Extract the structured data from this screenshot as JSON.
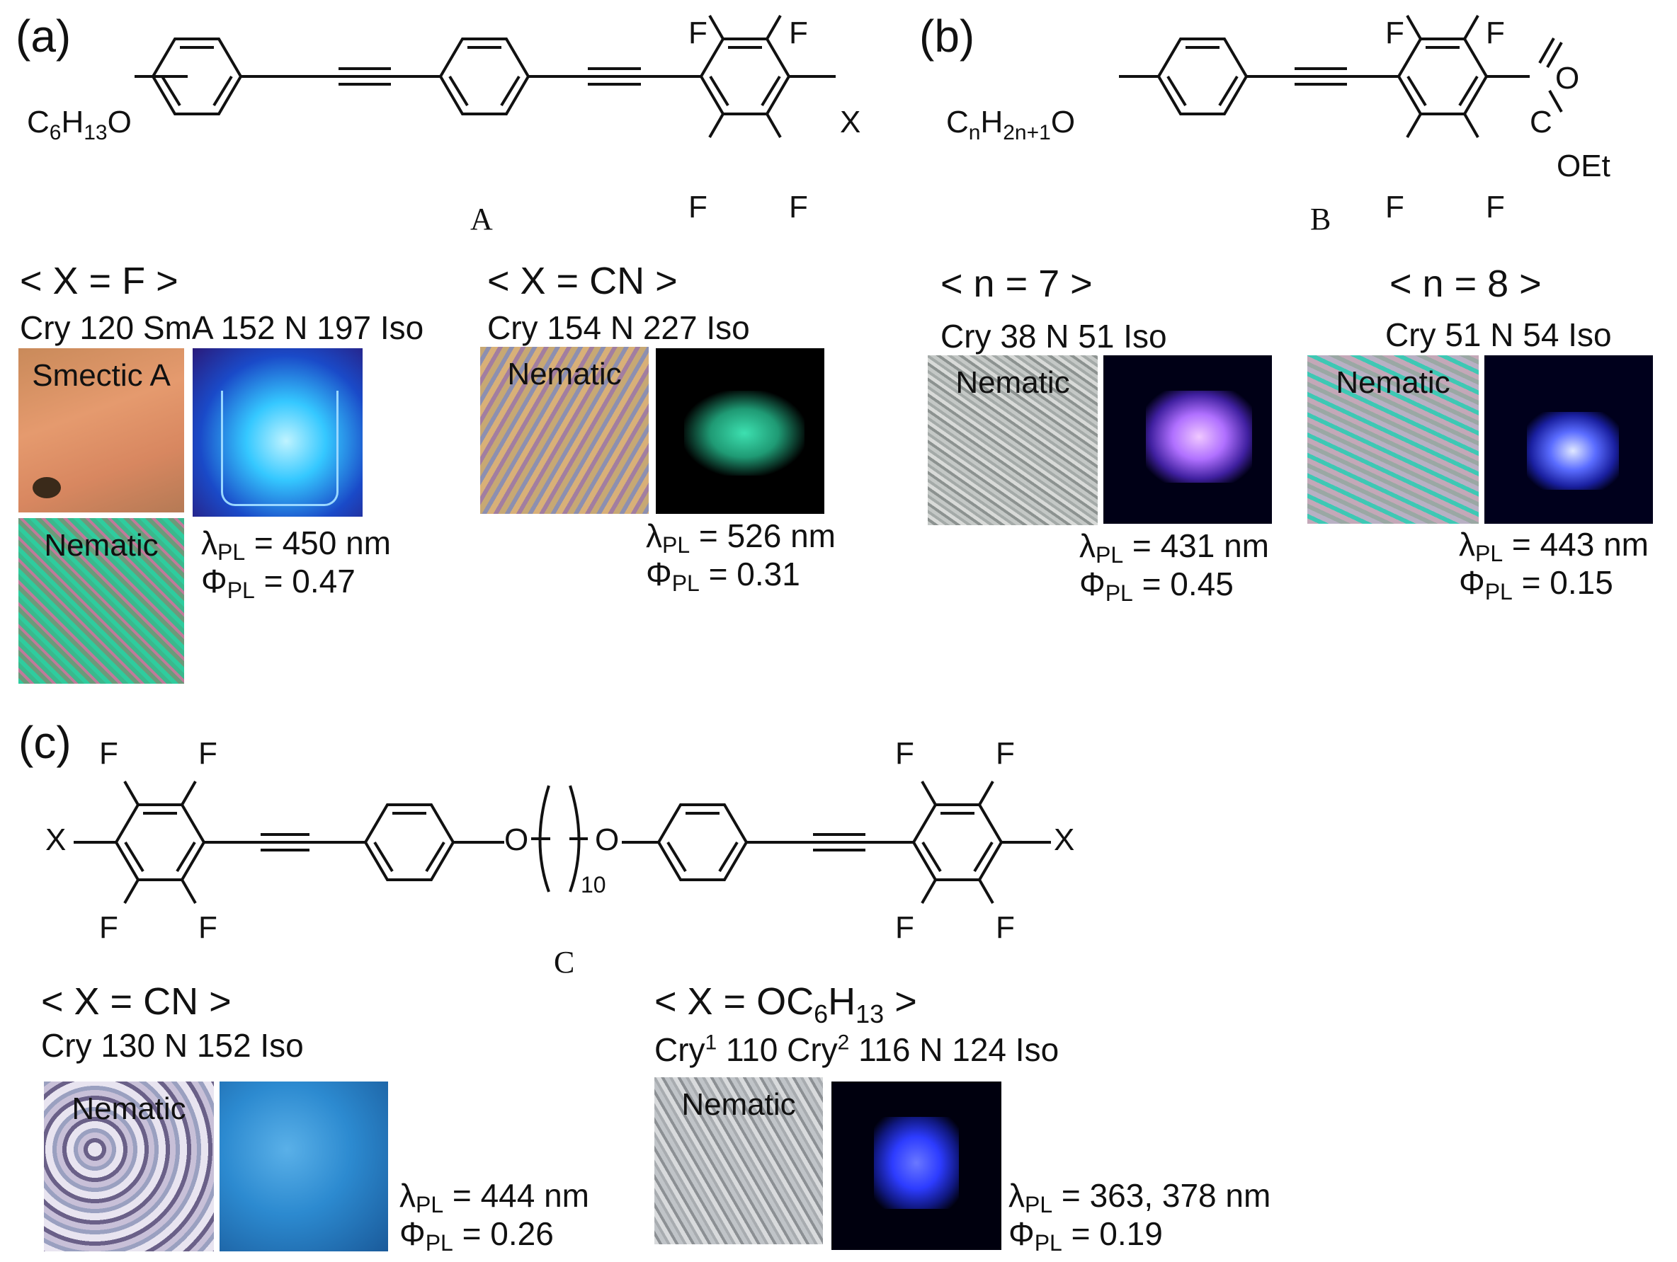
{
  "panels": {
    "a": {
      "label": "(a)",
      "compound": "A",
      "atoms": {
        "alkoxy": "C",
        "alkoxy_sub1": "6",
        "alkoxy_h": "H",
        "alkoxy_sub2": "13",
        "alkoxy_o": "O",
        "f": "F",
        "x": "X"
      },
      "cases": [
        {
          "heading": "< X = F >",
          "phases": "Cry 120 SmA 152 N 197 Iso",
          "photos": [
            "Smectic A",
            "Nematic"
          ],
          "lambda_label": "λ",
          "lambda_sub": "PL",
          "lambda_value": " = 450 nm",
          "phi_label": "Φ",
          "phi_sub": "PL",
          "phi_value": " = 0.47"
        },
        {
          "heading": "< X = CN >",
          "phases": "Cry 154 N 227 Iso",
          "photos": [
            "Nematic"
          ],
          "lambda_label": "λ",
          "lambda_sub": "PL",
          "lambda_value": " = 526 nm",
          "phi_label": "Φ",
          "phi_sub": "PL",
          "phi_value": " = 0.31"
        }
      ]
    },
    "b": {
      "label": "(b)",
      "compound": "B",
      "atoms": {
        "c": "C",
        "n": "n",
        "h": "H",
        "sub": "2n+1",
        "o": "O",
        "f": "F",
        "carbonyl_c": "C",
        "carbonyl_o": "O",
        "oet": "OEt"
      },
      "cases": [
        {
          "heading": "< n = 7 >",
          "phases": "Cry 38 N 51 Iso",
          "photos": [
            "Nematic"
          ],
          "lambda_label": "λ",
          "lambda_sub": "PL",
          "lambda_value": " = 431 nm",
          "phi_label": "Φ",
          "phi_sub": "PL",
          "phi_value": " = 0.45"
        },
        {
          "heading": "< n = 8 >",
          "phases": "Cry 51 N 54 Iso",
          "photos": [
            "Nematic"
          ],
          "lambda_label": "λ",
          "lambda_sub": "PL",
          "lambda_value": " = 443 nm",
          "phi_label": "Φ",
          "phi_sub": "PL",
          "phi_value": " = 0.15"
        }
      ]
    },
    "c": {
      "label": "(c)",
      "compound": "C",
      "atoms": {
        "f": "F",
        "x": "X",
        "o": "O",
        "spacer": "10"
      },
      "cases": [
        {
          "heading": "< X = CN >",
          "phases": "Cry 130 N 152 Iso",
          "photos": [
            "Nematic"
          ],
          "lambda_label": "λ",
          "lambda_sub": "PL",
          "lambda_value": " = 444 nm",
          "phi_label": "Φ",
          "phi_sub": "PL",
          "phi_value": " = 0.26"
        },
        {
          "heading_pre": "< X = OC",
          "heading_sub1": "6",
          "heading_mid": "H",
          "heading_sub2": "13",
          "heading_post": " >",
          "phase_a": "Cry",
          "phase_a_sup": "1",
          "phase_b": " 110 Cry",
          "phase_b_sup": "2",
          "phase_c": " 116 N 124 Iso",
          "photos": [
            "Nematic"
          ],
          "lambda_label": "λ",
          "lambda_sub": "PL",
          "lambda_value": " = 363, 378 nm",
          "phi_label": "Φ",
          "phi_sub": "PL",
          "phi_value": " = 0.19"
        }
      ]
    }
  },
  "colors": {
    "bond": "#111111",
    "smectic_bg": "#d98a5e",
    "vial_bg": "#1a2a8a",
    "green_glow": "#3de0b0",
    "blue_glow": "#2d3cff",
    "violet_glow": "#b070ff",
    "nematic_grey": "#b8bcc0"
  }
}
